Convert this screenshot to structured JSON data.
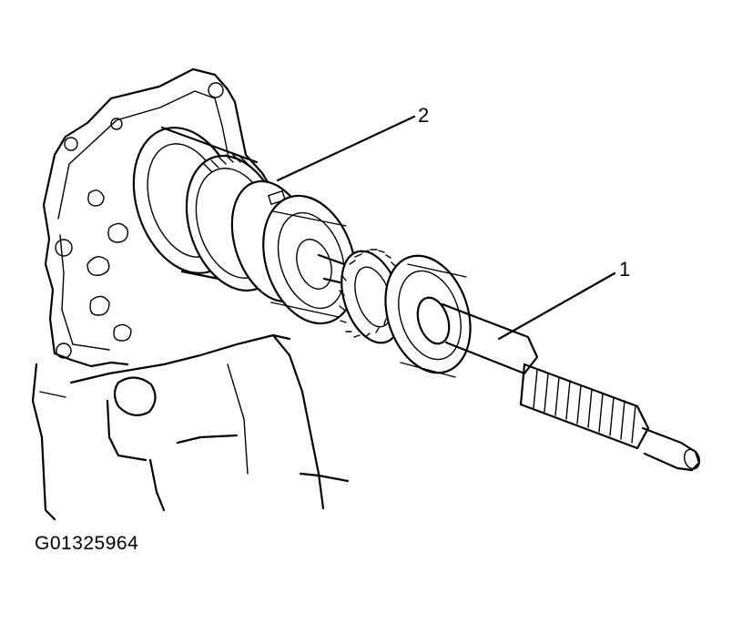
{
  "figure": {
    "figure_id": "G01325964",
    "callouts": [
      {
        "number": "2"
      },
      {
        "number": "1"
      }
    ]
  }
}
